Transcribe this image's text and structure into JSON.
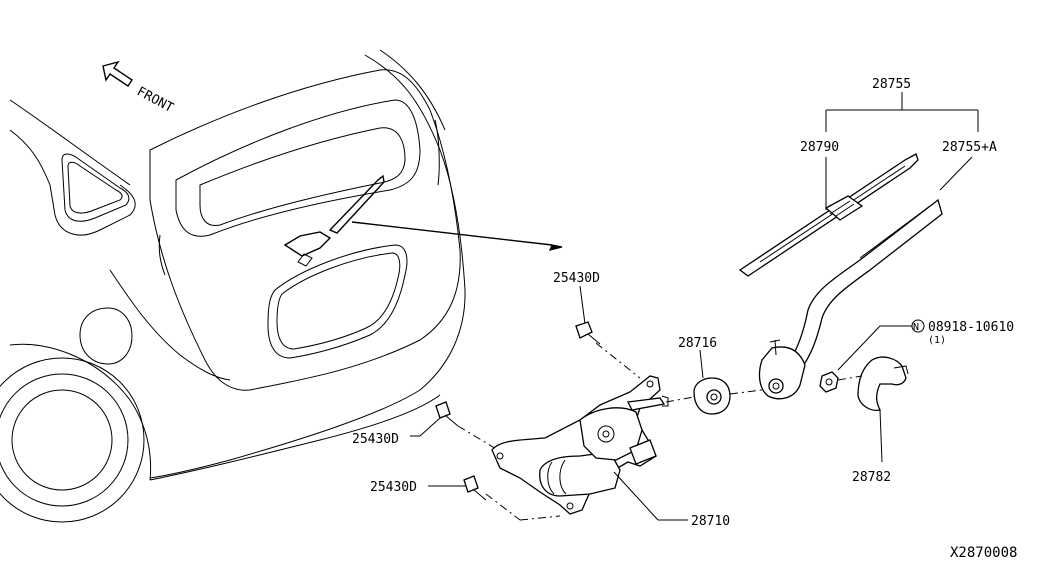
{
  "diagram": {
    "front_label": "FRONT",
    "diagram_code": "X2870008",
    "part_labels": {
      "p28755": "28755",
      "p28790": "28790",
      "p28755a": "28755+A",
      "p25430d_1": "25430D",
      "p25430d_2": "25430D",
      "p25430d_3": "25430D",
      "p28716": "28716",
      "p08918": "08918-10610",
      "p08918_qty": "(1)",
      "p08918_prefix": "N",
      "p28782": "28782",
      "p28710": "28710"
    }
  }
}
